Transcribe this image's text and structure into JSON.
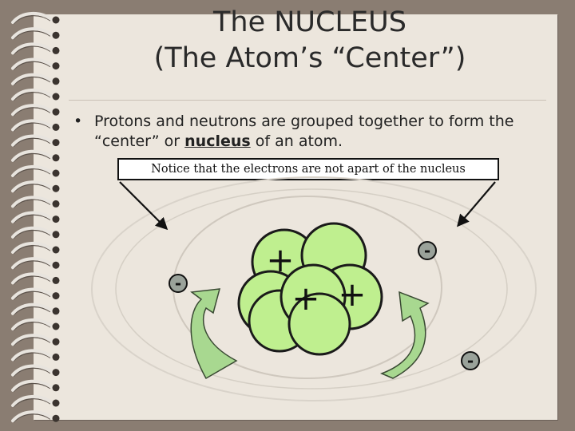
{
  "slide": {
    "title_line1": "The NUCLEUS",
    "title_line2": "(The Atom’s “Center”)",
    "bullet_marker": "•",
    "bullet_text_before": "Protons and neutrons are grouped together to form the “center” or ",
    "bullet_keyword": "nucleus",
    "bullet_text_after": " of an atom.",
    "notice": "Notice that the electrons are not apart of the nucleus"
  },
  "diagram": {
    "proton_symbol": "+",
    "electron_symbol": "-",
    "colors": {
      "page": "#ece6dd",
      "frame": "#8a7d72",
      "particle_fill": "#bfef8f",
      "particle_stroke": "#1a1a1a",
      "arrow_fill": "#a8d890",
      "electron_fill": "#9aa29a"
    }
  }
}
